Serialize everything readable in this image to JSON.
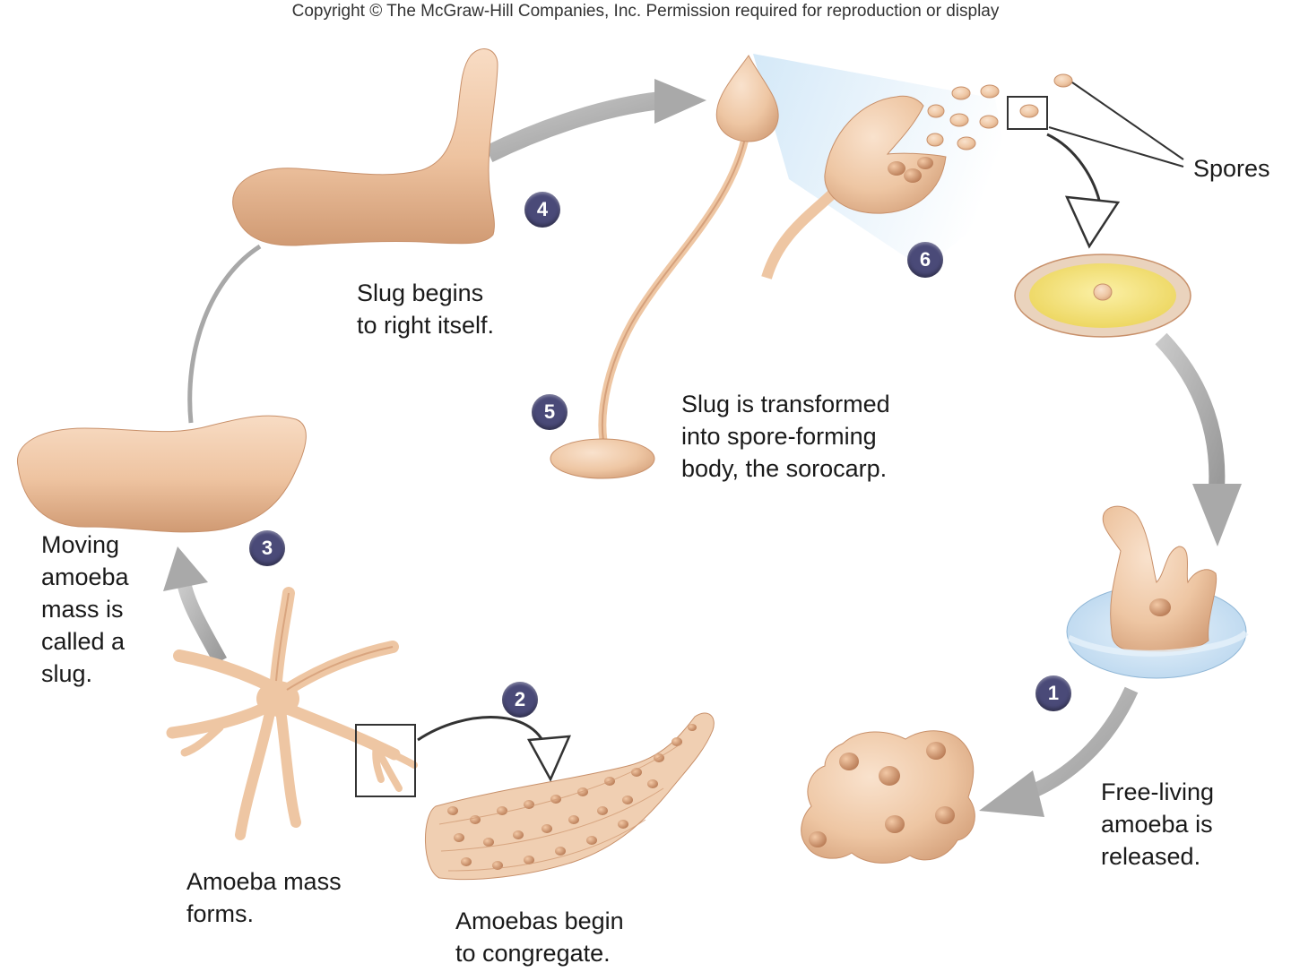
{
  "copyright": "Copyright © The McGraw-Hill Companies, Inc. Permission required for reproduction or display",
  "colors": {
    "cell_fill": "#eec6a3",
    "cell_shade": "#d9a57f",
    "arrow_gray": "#a9a9a9",
    "badge": "#4a4a78",
    "plate_yellow": "#f3e27a",
    "water_blue": "#c4ddf0",
    "spore_glow": "#cfe6f7"
  },
  "steps": [
    {
      "number": "1",
      "lines": [
        "Free-living",
        "amoeba is",
        "released."
      ]
    },
    {
      "number": "2",
      "lines": [
        "Amoebas begin",
        "to congregate."
      ]
    },
    {
      "number": "3",
      "lines": [
        "Moving",
        "amoeba",
        "mass is",
        "called a",
        "slug."
      ]
    },
    {
      "number": "4",
      "lines": [
        "Slug begins",
        "to right itself."
      ]
    },
    {
      "number": "5",
      "lines": [
        "Slug is transformed",
        "into spore-forming",
        "body, the sorocarp."
      ]
    },
    {
      "number": "6",
      "lines": []
    }
  ],
  "mass_label": [
    "Amoeba mass",
    "forms."
  ],
  "spores_label": "Spores"
}
